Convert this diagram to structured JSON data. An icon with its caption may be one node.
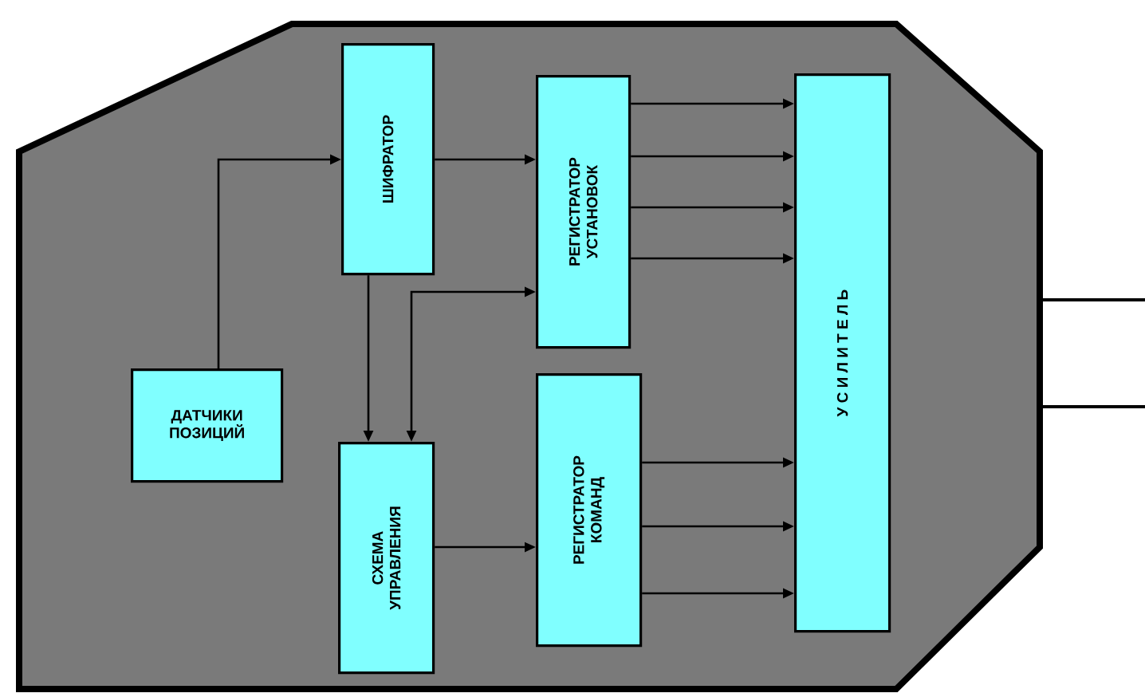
{
  "diagram": {
    "nodes": [
      {
        "text": [],
        "shape": "box"
      },
      {
        "text": [
          "ШИФРАТОР"
        ],
        "in": 0
      },
      {
        "text": [
          "РЕГИСТРАТОР УСТАНОВОК"
        ],
        "in": 0
      },
      {
        "text": [
          "У С И Л И Т Е Л Ь"
        ],
        "in": 0
      },
      {
        "text": [
          "ДАТЧИКИ ПОЗИЦИЙ"
        ],
        "in": 0
      },
      {
        "text": [
          "СХЕМА УПРАВЛЕНИЯ"
        ],
        "in": 0
      },
      {
        "text": [
          "РЕГИСТРАТОР КОМАНД"
        ],
        "in": 0
      }
    ],
    "edges": [
      {
        "from": 4,
        "to": 1,
        "arrow": "to"
      },
      {
        "from": 1,
        "to": 2,
        "arrow": "to"
      },
      {
        "from": 1,
        "to": 5,
        "arrow": "to"
      },
      {
        "from": 5,
        "to": 2,
        "arrow": "both"
      },
      {
        "from": 5,
        "to": 6,
        "arrow": "to"
      },
      {
        "from": 2,
        "to": 3,
        "arrow": "to"
      },
      {
        "from": 2,
        "to": 3,
        "arrow": "to"
      },
      {
        "from": 2,
        "to": 3,
        "arrow": "to"
      },
      {
        "from": 2,
        "to": 3,
        "arrow": "to"
      },
      {
        "from": 6,
        "to": 3,
        "arrow": "to"
      },
      {
        "from": 6,
        "to": 3,
        "arrow": "to"
      },
      {
        "from": 6,
        "to": 3,
        "arrow": "to"
      },
      {
        "from": 0,
        "to": null,
        "arrow": "none"
      },
      {
        "from": 0,
        "to": null,
        "arrow": "none"
      }
    ]
  }
}
